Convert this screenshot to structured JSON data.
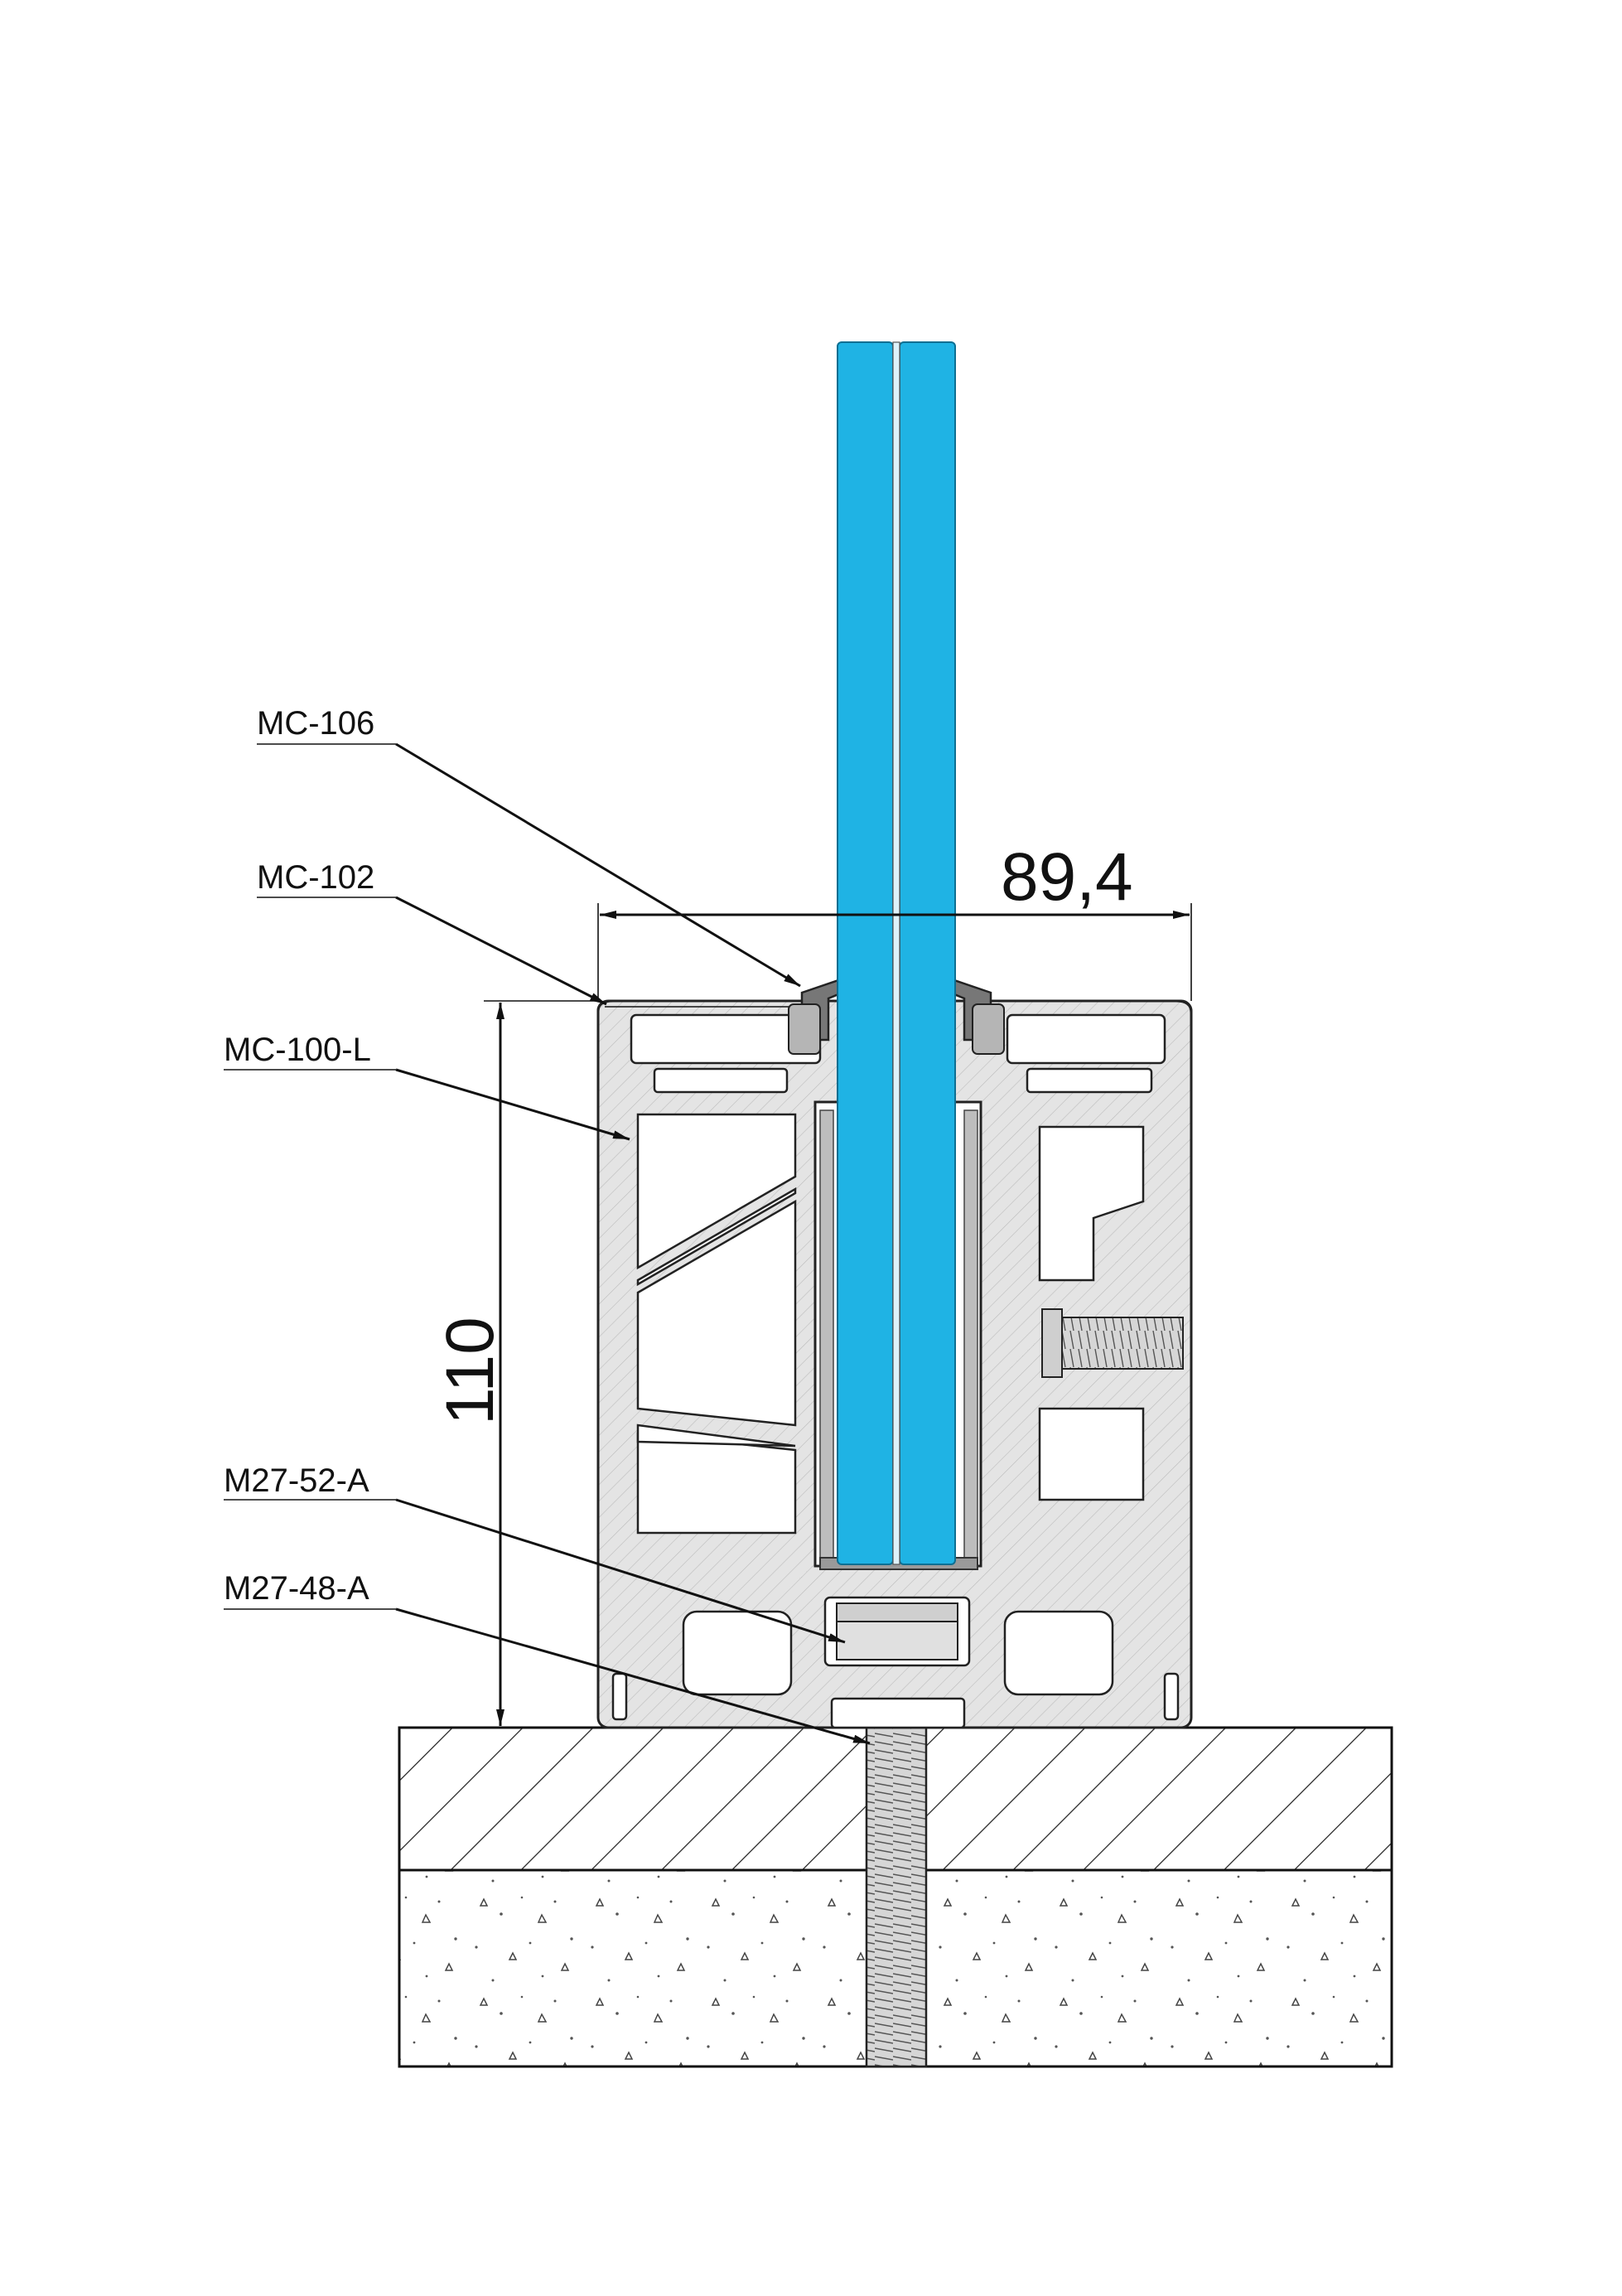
{
  "labels": {
    "mc106": "MC-106",
    "mc102": "MC-102",
    "mc100l": "MC-100-L",
    "m27_52a": "M27-52-A",
    "m27_48a": "M27-48-A"
  },
  "dimensions": {
    "width": "89,4",
    "height": "110"
  },
  "colors": {
    "glass": "#1fb3e4",
    "aluminium": "#e2e2e2",
    "line": "#111111"
  }
}
